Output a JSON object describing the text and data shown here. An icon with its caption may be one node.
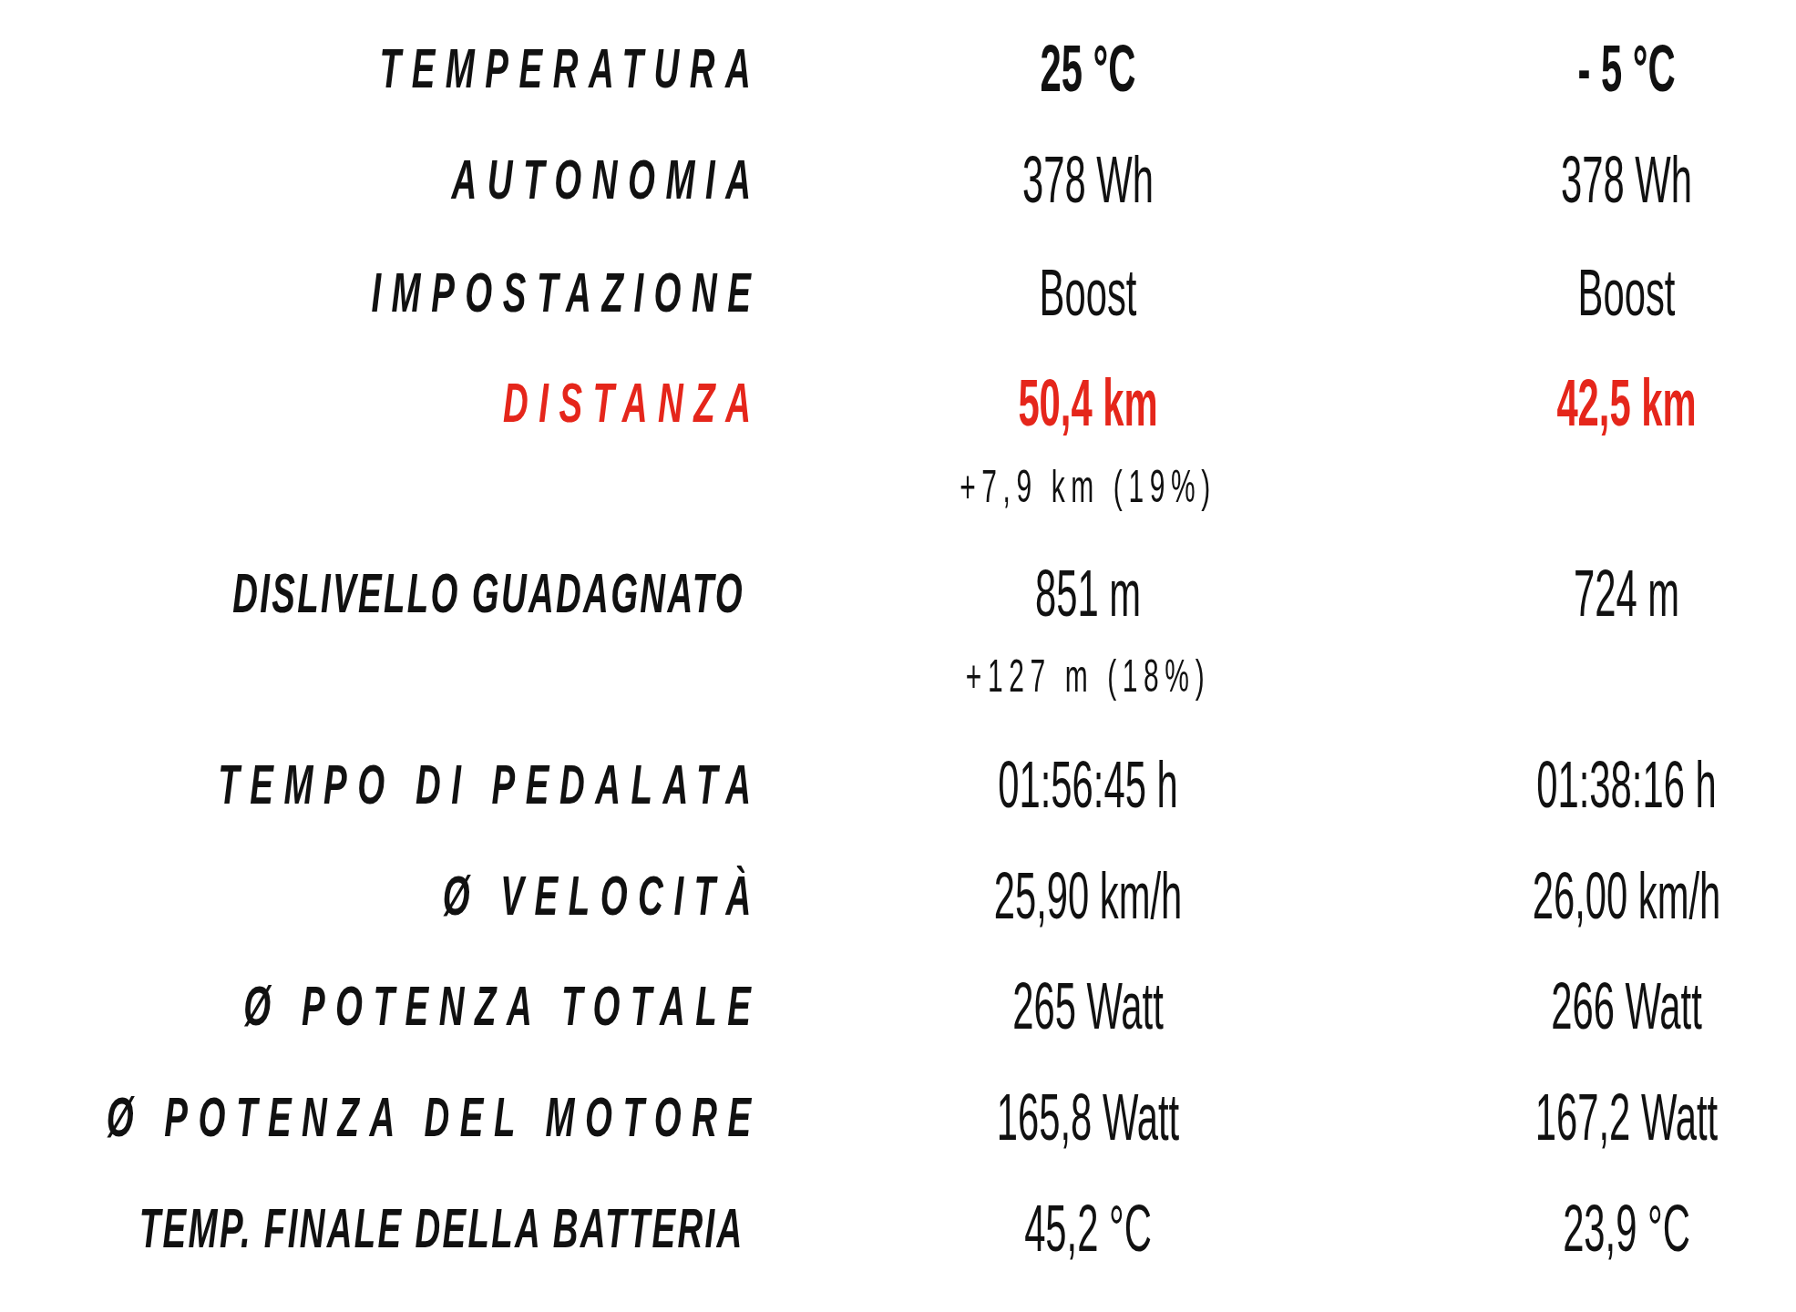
{
  "diagram": {
    "labels": [
      "TEMPERATURA",
      "25 °C",
      "- 5 °C",
      "AUTONOMIA",
      "378 Wh",
      "378 Wh",
      "IMPOSTAZIONE",
      "Boost",
      "Boost",
      "DISTANZA",
      "50,4 km",
      "42,5 km",
      "+7,9 km (19%)",
      "DISLIVELLO GUADAGNATO",
      "851 m",
      "724 m",
      "+127 m (18%)",
      "TEMPO DI PEDALATA",
      "01:56:45 h",
      "01:38:16 h",
      "Ø VELOCITÀ",
      "25,90 km/h",
      "26,00 km/h",
      "Ø POTENZA TOTALE",
      "265 Watt",
      "266 Watt",
      "Ø POTENZA DEL MOTORE",
      "165,8 Watt",
      "167,2 Watt",
      "TEMP. FINALE DELLA BATTERIA",
      "45,2 °C",
      "23,9 °C"
    ]
  }
}
